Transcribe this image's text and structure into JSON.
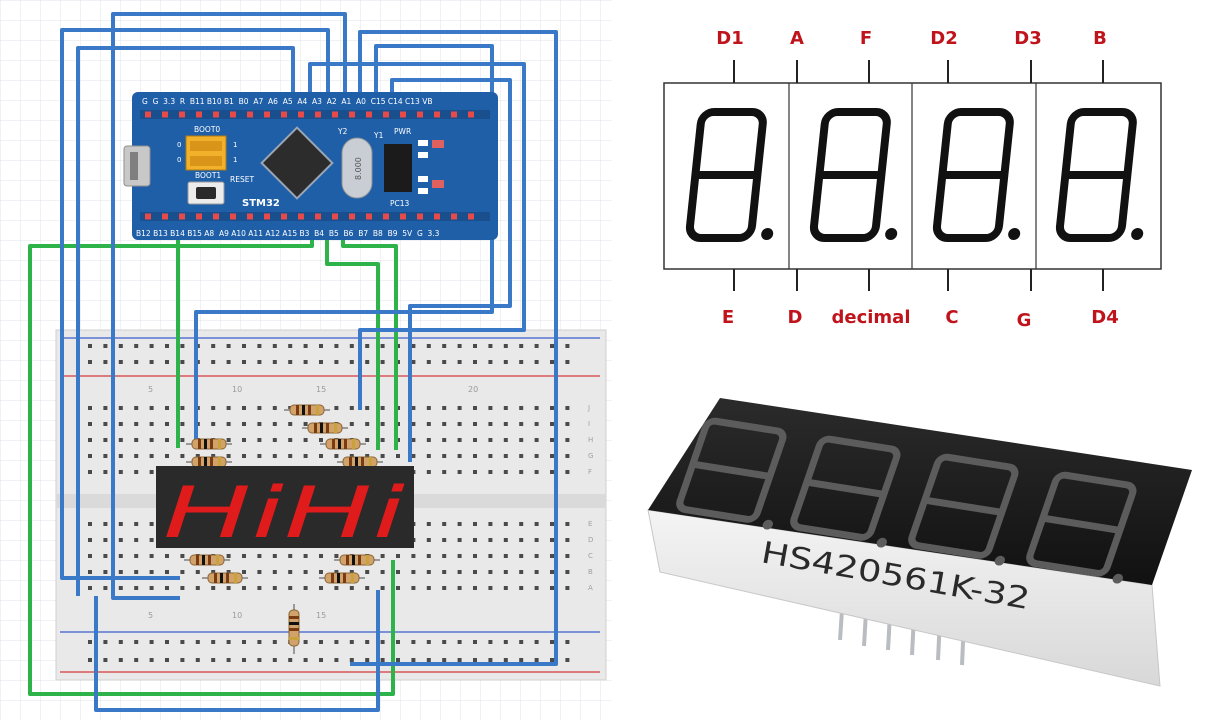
{
  "breadboard_circuit": {
    "board": {
      "top_header_labels": "G  G  3.3  R  B11 B10 B1  B0  A7  A6  A5  A4  A3  A2  A1  A0  C15 C14 C13 VB",
      "bottom_header_labels": "B12 B13 B14 B15 A8  A9 A10 A11 A12 A15 B3  B4  B5  B6  B7  B8  B9  5V  G  3.3",
      "boot0": "BOOT0",
      "boot1": "BOOT1",
      "reset": "RESET",
      "brand": "STM32",
      "y1": "Y1",
      "y2": "Y2",
      "pwr": "PWR",
      "pc13": "PC13",
      "crystal": "8.000",
      "jumper_0": "0",
      "jumper_1": "1"
    },
    "breadboard": {
      "col_numbers": [
        "5",
        "10",
        "15",
        "20",
        "5",
        "10",
        "15"
      ],
      "row_letters": [
        "A",
        "B",
        "C",
        "D",
        "E",
        "F",
        "G",
        "H",
        "I",
        "J"
      ]
    },
    "display_text": "HiHi"
  },
  "pinout_diagram": {
    "top_pins": [
      "D1",
      "A",
      "F",
      "D2",
      "D3",
      "B"
    ],
    "bottom_pins": [
      "E",
      "D",
      "decimal",
      "C",
      "G",
      "D4"
    ],
    "digit_count": 4,
    "label_color": "#c0141c"
  },
  "product_photo": {
    "part_number": "HS420561K-32"
  }
}
